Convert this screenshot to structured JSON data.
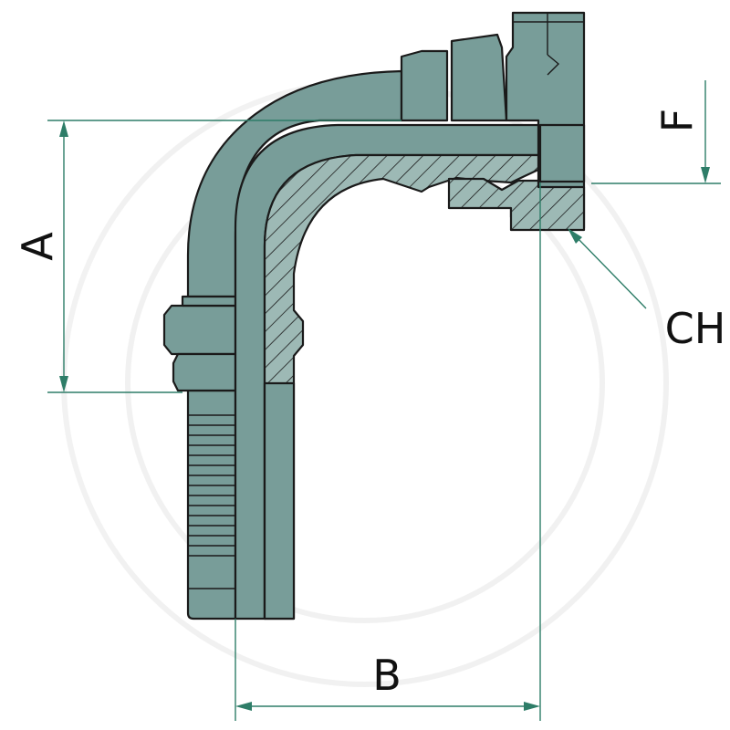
{
  "colors": {
    "body_fill": "#789D99",
    "section_fill": "#9DB9B5",
    "outline": "#1a1a1a",
    "dimension_line": "#2e7d68",
    "background": "#ffffff"
  },
  "dimensions": {
    "a": "A",
    "b": "B",
    "f": "F",
    "ch": "CH"
  }
}
